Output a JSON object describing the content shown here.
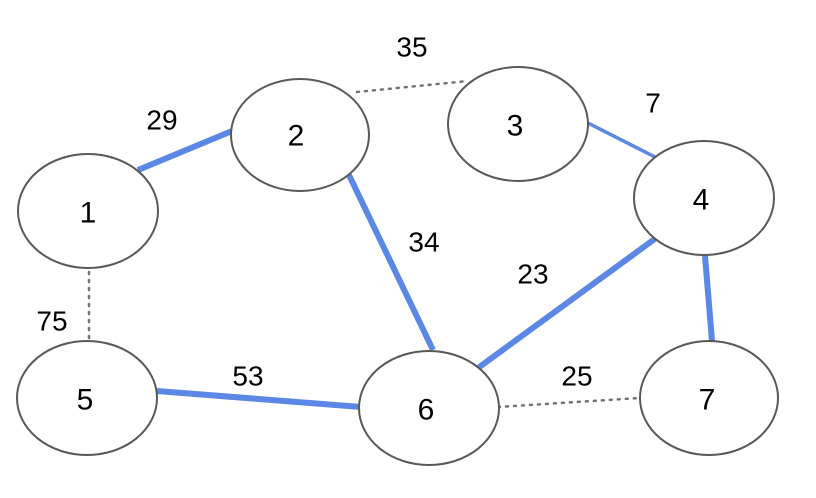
{
  "colors": {
    "selected_edge": "#5b87e6",
    "unselected_edge": "#737373",
    "node_stroke": "#595959",
    "node_fill": "#ffffff"
  },
  "graph": {
    "nodes": [
      {
        "id": "1",
        "label": "1"
      },
      {
        "id": "2",
        "label": "2"
      },
      {
        "id": "3",
        "label": "3"
      },
      {
        "id": "4",
        "label": "4"
      },
      {
        "id": "5",
        "label": "5"
      },
      {
        "id": "6",
        "label": "6"
      },
      {
        "id": "7",
        "label": "7"
      }
    ],
    "edges": [
      {
        "from": "1",
        "to": "2",
        "weight": "29",
        "style": "selected"
      },
      {
        "from": "2",
        "to": "3",
        "weight": "35",
        "style": "dotted"
      },
      {
        "from": "3",
        "to": "4",
        "weight": "7",
        "style": "selected"
      },
      {
        "from": "2",
        "to": "6",
        "weight": "34",
        "style": "selected"
      },
      {
        "from": "4",
        "to": "6",
        "weight": "23",
        "style": "selected"
      },
      {
        "from": "4",
        "to": "7",
        "weight": "",
        "style": "selected"
      },
      {
        "from": "1",
        "to": "5",
        "weight": "75",
        "style": "dotted"
      },
      {
        "from": "5",
        "to": "6",
        "weight": "53",
        "style": "selected"
      },
      {
        "from": "6",
        "to": "7",
        "weight": "25",
        "style": "dotted"
      }
    ]
  }
}
